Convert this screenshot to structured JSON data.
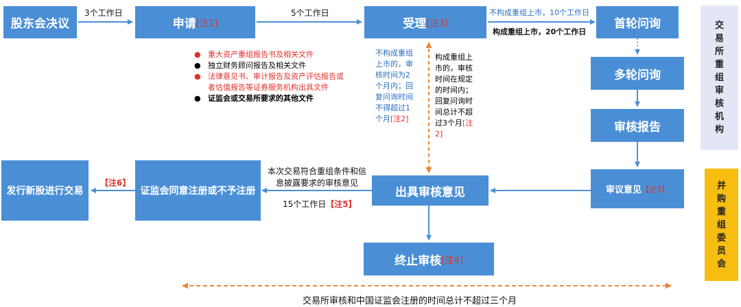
{
  "nodes": {
    "shareholder": "股东会决议",
    "apply": "申请",
    "apply_note": "[注1]",
    "accept": "受理",
    "accept_note": "[注3]",
    "first_inquiry": "首轮问询",
    "multi_inquiry": "多轮问询",
    "review_report": "审核报告",
    "deliberation": "审议意见",
    "deliberation_note": "【注3】",
    "issue_opinion": "出具审核意见",
    "csrc": "证监会同意注册或不予注册",
    "issue_shares": "发行新股进行交易",
    "terminate": "终止审核",
    "terminate_note": "[注4]"
  },
  "labels": {
    "days3": "3个工作日",
    "days5": "5个工作日",
    "not_major_10": "不构成重组上市，10个工作日",
    "major_20": "构成重组上市，20个工作日",
    "days15": "15个工作日",
    "days15_note": "【注5】",
    "note6": "【注6】",
    "meets_line1": "本次交易符合重组条件和信",
    "meets_line2": "息披露要求的审核意见",
    "bottom_total": "交易所审核和中国证监会注册的时间总计不超过三个月"
  },
  "left_column": {
    "lines": [
      "不构成重组",
      "上市的，审",
      "核时间为2",
      "个月内；回",
      "复问询时间",
      "不得超过1",
      "个月"
    ],
    "note": "[注2]"
  },
  "right_column": {
    "lines": [
      "构成重组上",
      "市的，审核",
      "时间在规定",
      "的时间内；",
      "回复问询时",
      "间总计不超",
      "过3个月"
    ],
    "note_a": "[注",
    "note_b": "2]"
  },
  "documents": [
    {
      "text": "重大资产重组报告书及相关文件",
      "color": "red"
    },
    {
      "text": "独立财务顾问报告及相关文件",
      "color": "black"
    },
    {
      "text": "法律意见书、审计报告及资产评估报告或",
      "color": "red"
    },
    {
      "text": "者估值报告等证券服务机构出具文件",
      "color": "red"
    },
    {
      "text": "证监会或交易所要求的其他文件",
      "color": "black"
    }
  ],
  "side_panels": {
    "exchange": "交易所重组审核机构",
    "committee": "并购重组委员会"
  },
  "colors": {
    "box": "#4a8fd6",
    "arrow": "#4a8fd6",
    "orange": "#e8873a",
    "note_red": "#e0312c",
    "exchange_bg": "#e5e6f5",
    "committee_bg": "#f7bd10"
  }
}
